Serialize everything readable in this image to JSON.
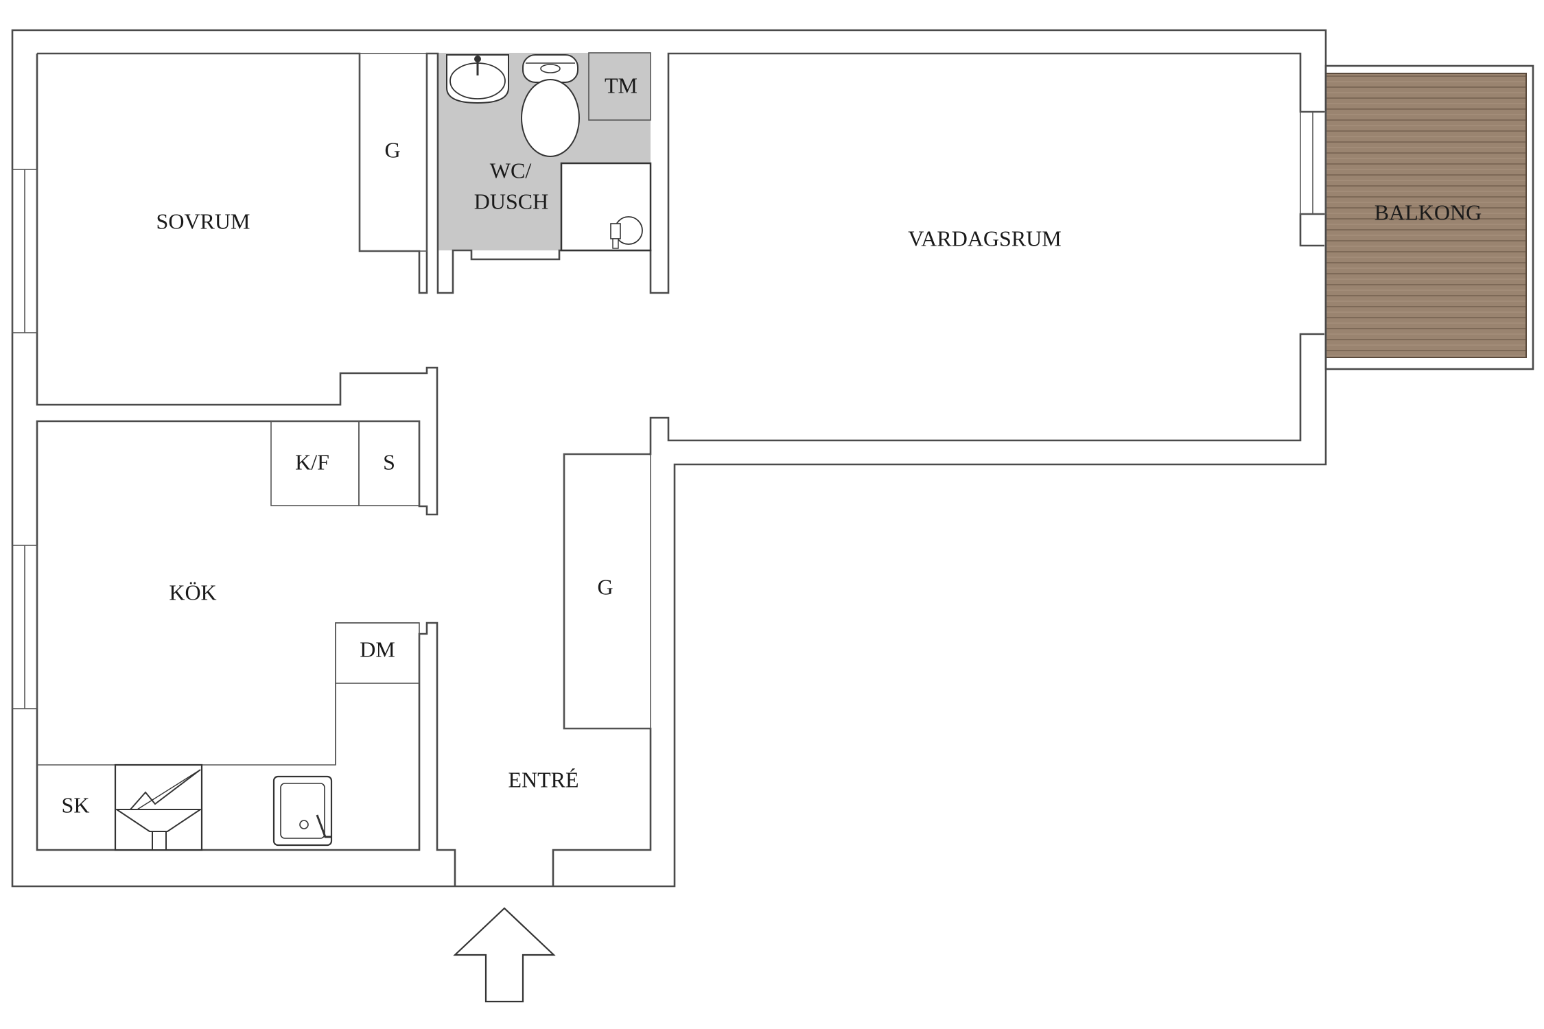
{
  "rooms": {
    "sovrum": "SOVRUM",
    "wc_line1": "WC/",
    "wc_line2": "DUSCH",
    "vardagsrum": "VARDAGSRUM",
    "balkong": "BALKONG",
    "kok": "KÖK",
    "entre": "ENTRÉ"
  },
  "fixtures": {
    "garderob_sovrum": "G",
    "tvattmaskin": "TM",
    "kyl_frys": "K/F",
    "skap": "S",
    "garderob_entre": "G",
    "diskmaskin": "DM",
    "spis": "SK"
  },
  "colors": {
    "wet_room": "#c8c8c8",
    "balcony_deck": "#9a8470",
    "walls": "#4a4a4a"
  }
}
